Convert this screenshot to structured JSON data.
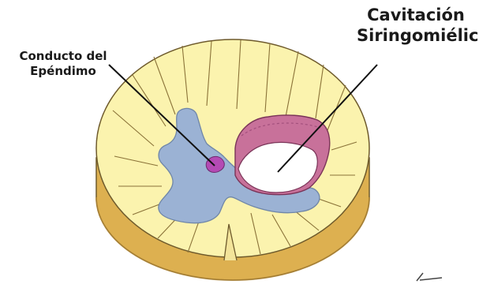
{
  "labels": {
    "ependymal_canal": [
      "Conducto del",
      "Epéndimo"
    ],
    "cavitation": [
      "Cavitación",
      "Siringomiélica"
    ]
  },
  "colors": {
    "white_matter": "#fbf3ae",
    "side_wall": "#ddb050",
    "outline": "#6e5a2c",
    "grey_matter": "#9bb2d4",
    "cavity_wall": "#c8719a",
    "ependymal_canal": "#b44ab4",
    "pointer": "#111111"
  }
}
